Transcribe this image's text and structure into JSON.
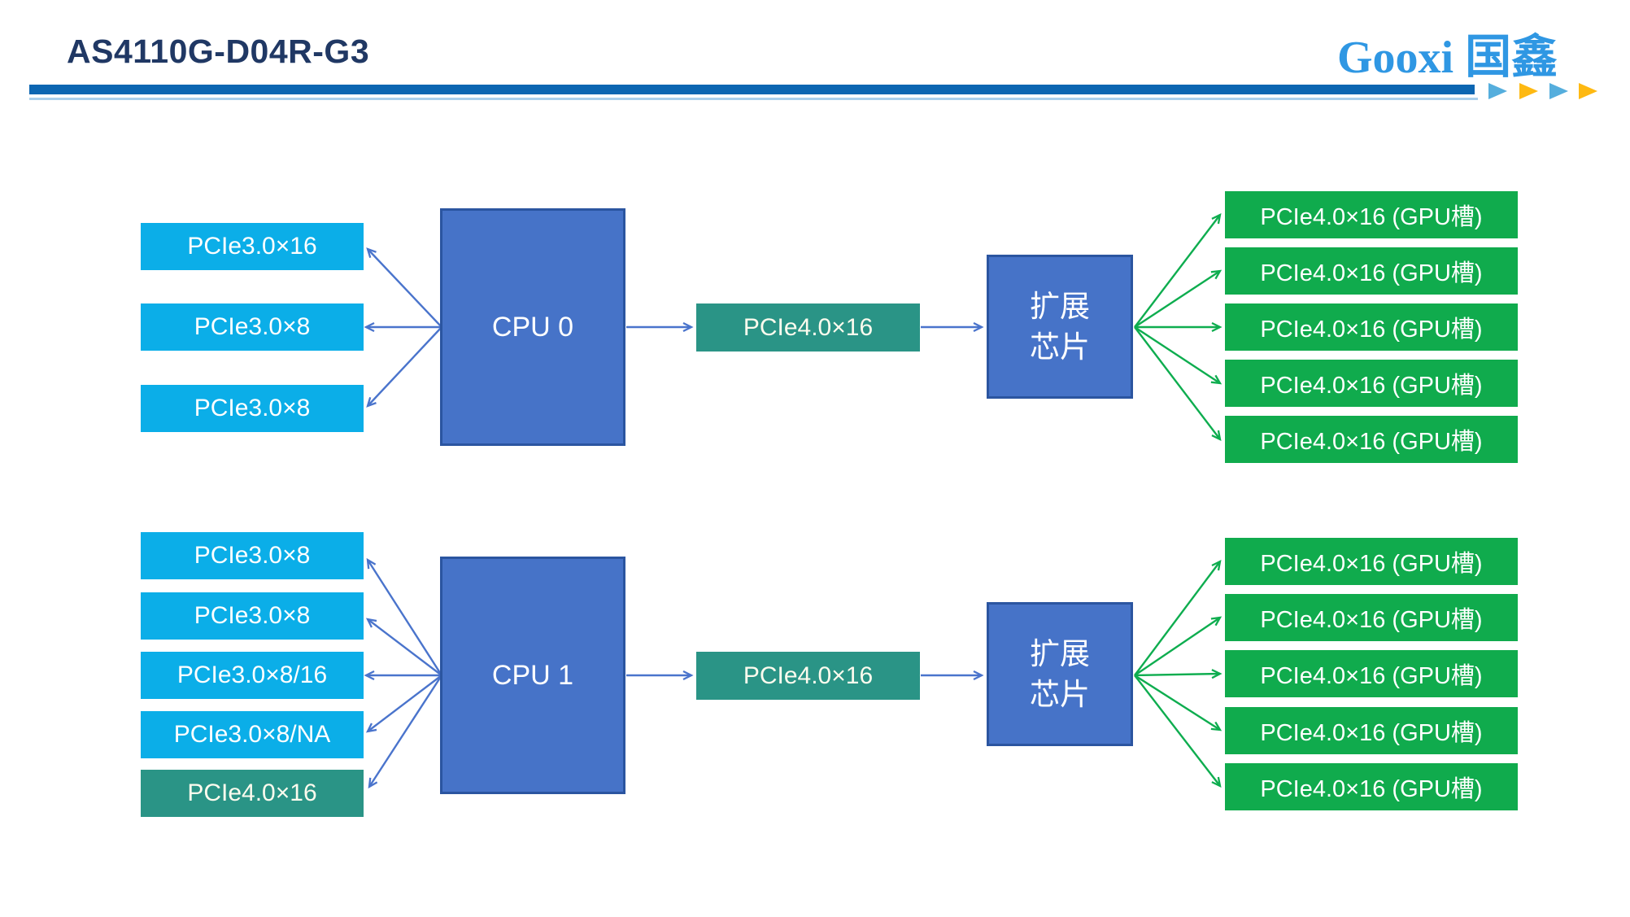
{
  "header": {
    "title": "AS4110G-D04R-G3",
    "logo": {
      "latin": "Gooxi",
      "cjk": "国鑫"
    }
  },
  "colors": {
    "title_navy": "#203864",
    "divider_blue": "#0C66B2",
    "divider_light": "#A9CFEC",
    "logo_blue": "#2F97E3",
    "triangle_light_blue": "#55AEDD",
    "triangle_orange": "#FEB912",
    "slot_light_blue": "#0BAEE8",
    "slot_teal": "#2A9486",
    "slot_green": "#10AB4D",
    "cpu_fill": "#4673C8",
    "cpu_border": "#2B55A0",
    "arrow_blue": "#4A74CC",
    "arrow_green": "#0EAD4F"
  },
  "cpu0": {
    "label": "CPU 0",
    "left_slots": [
      "PCIe3.0×16",
      "PCIe3.0×8",
      "PCIe3.0×8"
    ],
    "uplink": "PCIe4.0×16",
    "expander": {
      "line1": "扩展",
      "line2": "芯片"
    },
    "gpu_slots": [
      "PCIe4.0×16 (GPU槽)",
      "PCIe4.0×16 (GPU槽)",
      "PCIe4.0×16 (GPU槽)",
      "PCIe4.0×16 (GPU槽)",
      "PCIe4.0×16 (GPU槽)"
    ]
  },
  "cpu1": {
    "label": "CPU 1",
    "left_slots": [
      "PCIe3.0×8",
      "PCIe3.0×8",
      "PCIe3.0×8/16",
      "PCIe3.0×8/NA",
      "PCIe4.0×16"
    ],
    "uplink": "PCIe4.0×16",
    "expander": {
      "line1": "扩展",
      "line2": "芯片"
    },
    "gpu_slots": [
      "PCIe4.0×16 (GPU槽)",
      "PCIe4.0×16 (GPU槽)",
      "PCIe4.0×16 (GPU槽)",
      "PCIe4.0×16 (GPU槽)",
      "PCIe4.0×16 (GPU槽)"
    ]
  }
}
